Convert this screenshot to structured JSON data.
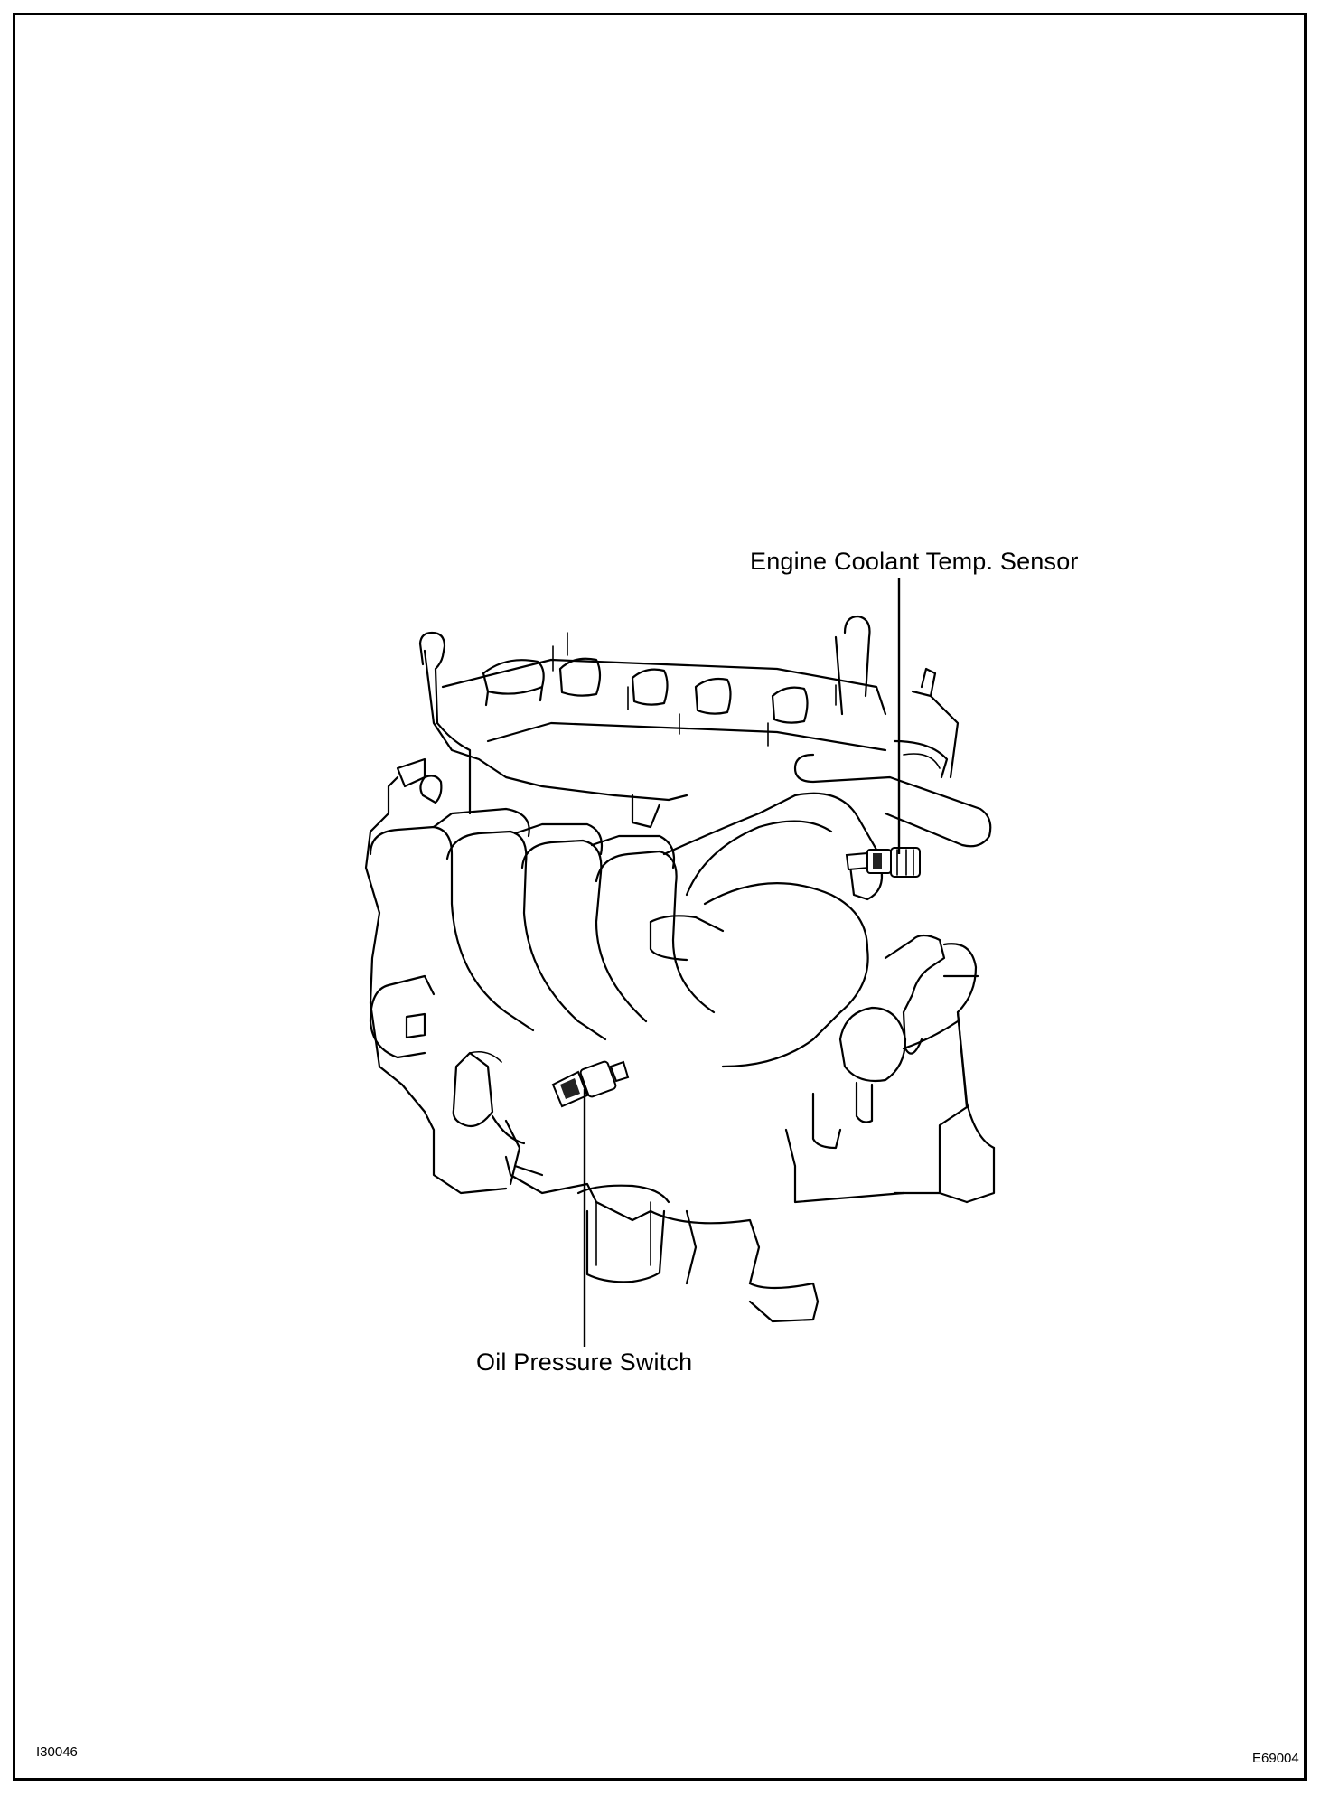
{
  "labels": {
    "coolant_sensor": "Engine Coolant Temp. Sensor",
    "oil_switch": "Oil Pressure Switch"
  },
  "codes": {
    "left": "I30046",
    "right": "E69004"
  }
}
